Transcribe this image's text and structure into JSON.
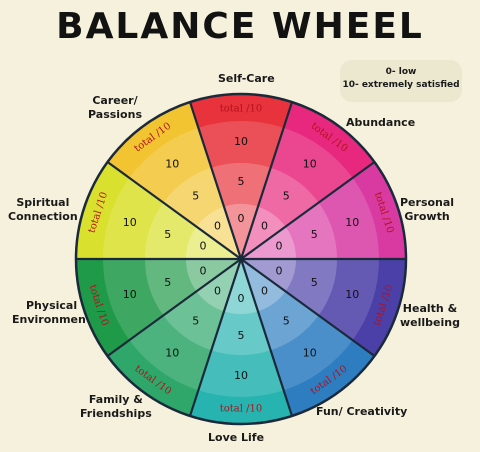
{
  "title": "BALANCE WHEEL",
  "legend": {
    "line1": "0- low",
    "line2": "10- extremely satisfied"
  },
  "scale": {
    "total": "total /10",
    "outer": "10",
    "middle": "5",
    "center": "0"
  },
  "segments": [
    {
      "key": "self-care",
      "label_lines": [
        "Self-Care"
      ],
      "color": "#e8323c"
    },
    {
      "key": "abundance",
      "label_lines": [
        "Abundance"
      ],
      "color": "#e8287e"
    },
    {
      "key": "personal-growth",
      "label_lines": [
        "Personal",
        "Growth"
      ],
      "color": "#d83aa2"
    },
    {
      "key": "health-wellbeing",
      "label_lines": [
        "Health &",
        "wellbeing"
      ],
      "color": "#4b3fa8"
    },
    {
      "key": "fun-creativity",
      "label_lines": [
        "Fun/ Creativity"
      ],
      "color": "#2d7dc0"
    },
    {
      "key": "love-life",
      "label_lines": [
        "Love Life"
      ],
      "color": "#27b3b0"
    },
    {
      "key": "family-friendships",
      "label_lines": [
        "Family &",
        "Friendships"
      ],
      "color": "#2fa76a"
    },
    {
      "key": "physical-environment",
      "label_lines": [
        "Physical",
        "Environment"
      ],
      "color": "#1f9a48"
    },
    {
      "key": "spiritual-connection",
      "label_lines": [
        "Spiritual",
        "Connection"
      ],
      "color": "#d9e02d"
    },
    {
      "key": "career-passions",
      "label_lines": [
        "Career/",
        "Passions"
      ],
      "color": "#f2c432"
    }
  ]
}
